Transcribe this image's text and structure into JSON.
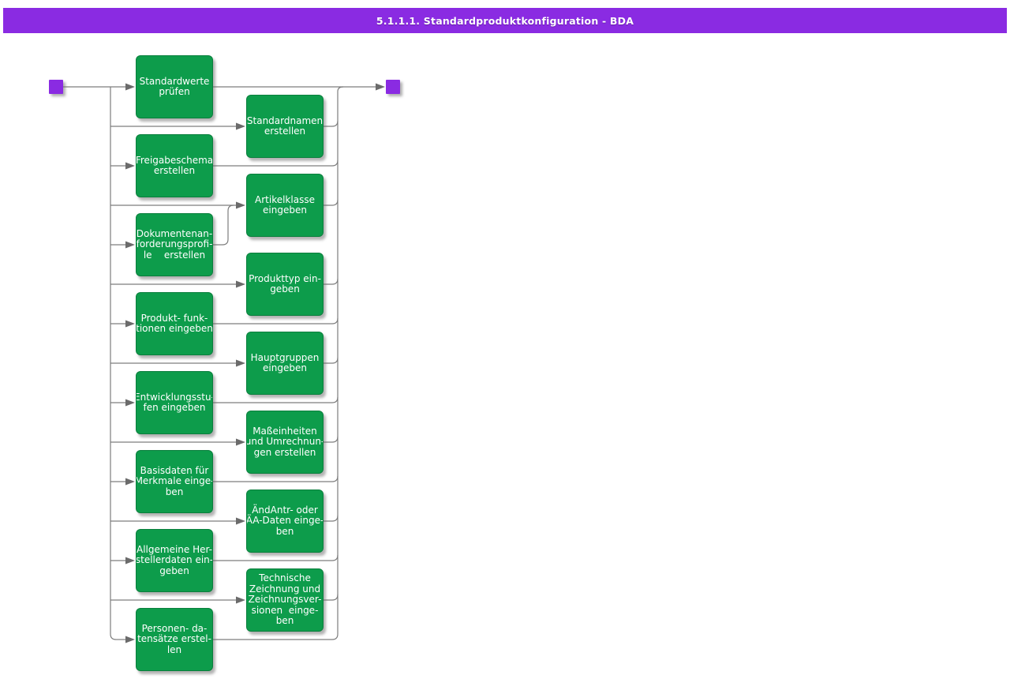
{
  "title_bar": {
    "title": "5.1.1.1. Standardproduktkonfiguration - BDA"
  },
  "colors": {
    "accent_purple": "#8A2BE2",
    "activity_green": "#0D9C4B",
    "connector_gray": "#7D7D7D",
    "arrow_gray": "#6B6B6B",
    "text_white": "#FFFFFF"
  },
  "diagram": {
    "start_node": "start",
    "end_node": "end",
    "activities": [
      {
        "column": "left",
        "label": "Standardwerte prüfen",
        "lines": [
          "Standardwerte",
          "prüfen"
        ]
      },
      {
        "column": "right",
        "label": "Standardnamen erstellen",
        "lines": [
          "Standardnamen",
          "erstellen"
        ]
      },
      {
        "column": "left",
        "label": "Freigabeschema erstellen",
        "lines": [
          "Freigabeschema",
          "erstellen"
        ]
      },
      {
        "column": "right",
        "label": "Artikelklasse eingeben",
        "lines": [
          "Artikelklasse",
          "eingeben"
        ]
      },
      {
        "column": "left",
        "label": "Dokumentenanforderungsprofile erstellen",
        "route": "up-merge",
        "lines": [
          "Dokumentenan-",
          "forderungsprofi-",
          "le    erstellen"
        ]
      },
      {
        "column": "right",
        "label": "Produkttyp eingeben",
        "lines": [
          "Produkttyp ein-",
          "geben"
        ]
      },
      {
        "column": "left",
        "label": "Produkt- funktionen eingeben",
        "lines": [
          "Produkt- funk-",
          "tionen eingeben"
        ]
      },
      {
        "column": "right",
        "label": "Hauptgruppen eingeben",
        "lines": [
          "Hauptgruppen",
          "eingeben"
        ]
      },
      {
        "column": "left",
        "label": "Entwicklungsstufen eingeben",
        "lines": [
          "Entwicklungsstu-",
          "fen eingeben"
        ]
      },
      {
        "column": "right",
        "label": "Maßeinheiten und Umrechnungen erstellen",
        "lines": [
          "Maßeinheiten",
          "und Umrechnun-",
          "gen erstellen"
        ]
      },
      {
        "column": "left",
        "label": "Basisdaten für Merkmale eingeben",
        "lines": [
          "Basisdaten für",
          "Merkmale einge-",
          "ben"
        ]
      },
      {
        "column": "right",
        "label": "ÄndAntr- oder ÄA-Daten eingeben",
        "lines": [
          "ÄndAntr- oder",
          "ÄA-Daten einge-",
          "ben"
        ]
      },
      {
        "column": "left",
        "label": "Allgemeine Herstellerdaten eingeben",
        "lines": [
          "Allgemeine Her-",
          "stellerdaten ein-",
          "geben"
        ]
      },
      {
        "column": "right",
        "label": "Technische Zeichnung und Zeichnungsversionen eingeben",
        "lines": [
          "Technische",
          "Zeichnung und",
          "Zeichnungsver-",
          "sionen  einge-",
          "ben"
        ]
      },
      {
        "column": "left",
        "label": "Personen- datensätze erstellen",
        "lines": [
          "Personen- da-",
          "tensätze erstel-",
          "len"
        ]
      }
    ]
  }
}
